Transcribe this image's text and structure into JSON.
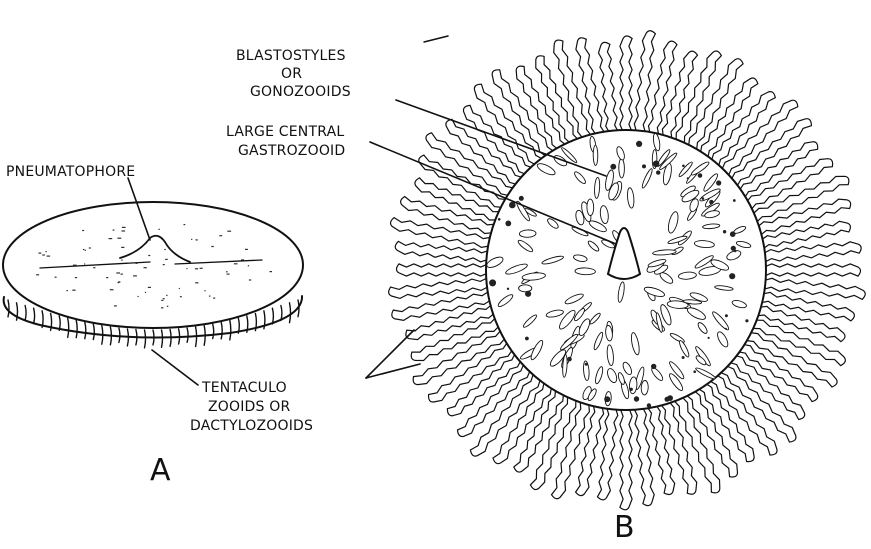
{
  "labels": {
    "blastostyles_line1": "BLASTOSTYLES",
    "blastostyles_line2": "OR",
    "blastostyles_line3": "GONOZOOIDS",
    "gastrozooid_line1": "LARGE CENTRAL",
    "gastrozooid_line2": "GASTROZOOID",
    "pneumatophore": "PNEUMATOPHORE",
    "tentaculo_line1": "TENTACULO",
    "tentaculo_line2": "ZOOIDS OR",
    "tentaculo_line3": "DACTYLOZOOIDS",
    "figure_a": "A",
    "figure_b": "B"
  },
  "colors": {
    "ink": "#111111",
    "paper": "#ffffff"
  }
}
